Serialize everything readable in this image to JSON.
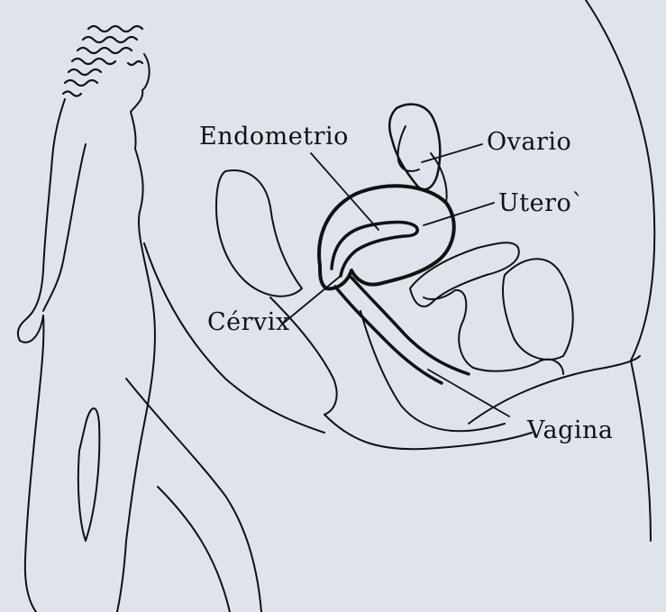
{
  "labels": {
    "endometrio": "Endometrio",
    "ovario": "Ovario",
    "utero": "Utero`",
    "cervix": "Cérvix",
    "vagina": "Vagina"
  },
  "colors": {
    "background": "#dfe4ec",
    "ink": "#111111"
  }
}
